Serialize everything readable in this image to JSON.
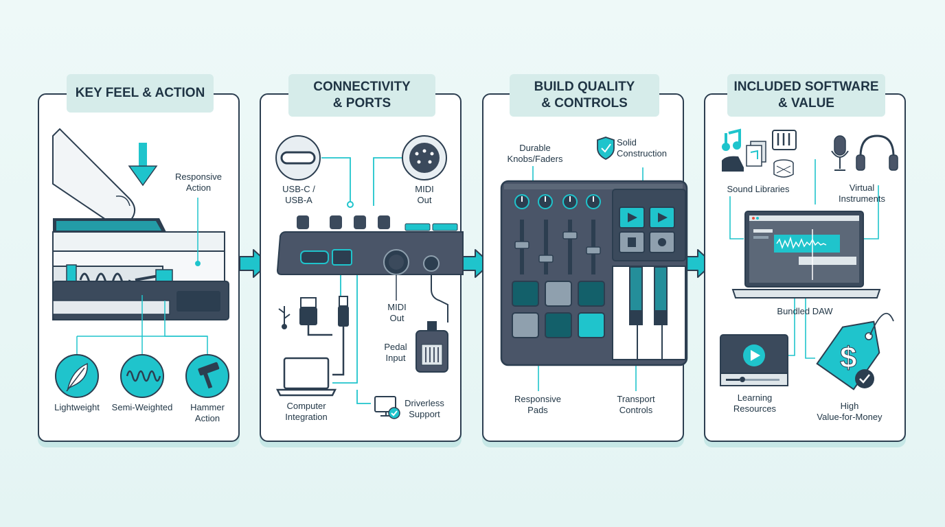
{
  "panels": [
    {
      "title": [
        "KEY FEEL & ACTION"
      ],
      "labels": {
        "responsive": [
          "Responsive",
          "Action"
        ],
        "lightweight": [
          "Lightweight"
        ],
        "semi": [
          "Semi-Weighted"
        ],
        "hammer": [
          "Hammer",
          "Action"
        ]
      }
    },
    {
      "title": [
        "CONNECTIVITY",
        "& PORTS"
      ],
      "labels": {
        "usb": [
          "USB-C /",
          "USB-A"
        ],
        "midi_top": [
          "MIDI",
          "Out"
        ],
        "midi_mid": [
          "MIDI",
          "Out"
        ],
        "pedal": [
          "Pedal",
          "Input"
        ],
        "computer": [
          "Computer",
          "Integration"
        ],
        "driverless": [
          "Driverless",
          "Support"
        ]
      }
    },
    {
      "title": [
        "BUILD QUALITY",
        "& CONTROLS"
      ],
      "labels": {
        "knobs": [
          "Durable",
          "Knobs/Faders"
        ],
        "solid": [
          "Solid",
          "Construction"
        ],
        "pads": [
          "Responsive",
          "Pads"
        ],
        "transport": [
          "Transport",
          "Controls"
        ]
      }
    },
    {
      "title": [
        "INCLUDED SOFTWARE",
        "& VALUE"
      ],
      "labels": {
        "sound": [
          "Sound Libraries"
        ],
        "virtual": [
          "Virtual",
          "Instruments"
        ],
        "daw": [
          "Bundled DAW"
        ],
        "learning": [
          "Learning",
          "Resources"
        ],
        "value": [
          "High",
          "Value-for-Money"
        ]
      }
    }
  ],
  "icons": {
    "panel1": [
      "down-arrow-icon",
      "finger-icon",
      "key-mechanism-icon",
      "feather-icon",
      "spring-icon",
      "hammer-icon"
    ],
    "panel2": [
      "usb-c-port-icon",
      "midi-port-icon",
      "usb-plug-icon",
      "usb-symbol-icon",
      "laptop-icon",
      "pedal-icon",
      "monitor-check-icon"
    ],
    "panel3": [
      "shield-check-icon",
      "controller-icon"
    ],
    "panel4": [
      "music-note-icon",
      "piano-icon",
      "keyboard-icon",
      "drum-icon",
      "microphone-icon",
      "headphones-icon",
      "daw-laptop-icon",
      "video-player-icon",
      "price-tag-icon"
    ]
  },
  "colors": {
    "accent": "#1fc4cc",
    "dark": "#2c3e50",
    "device": "#4a5568",
    "header_bg": "#d6ecea",
    "background": "#eaf7f6"
  }
}
